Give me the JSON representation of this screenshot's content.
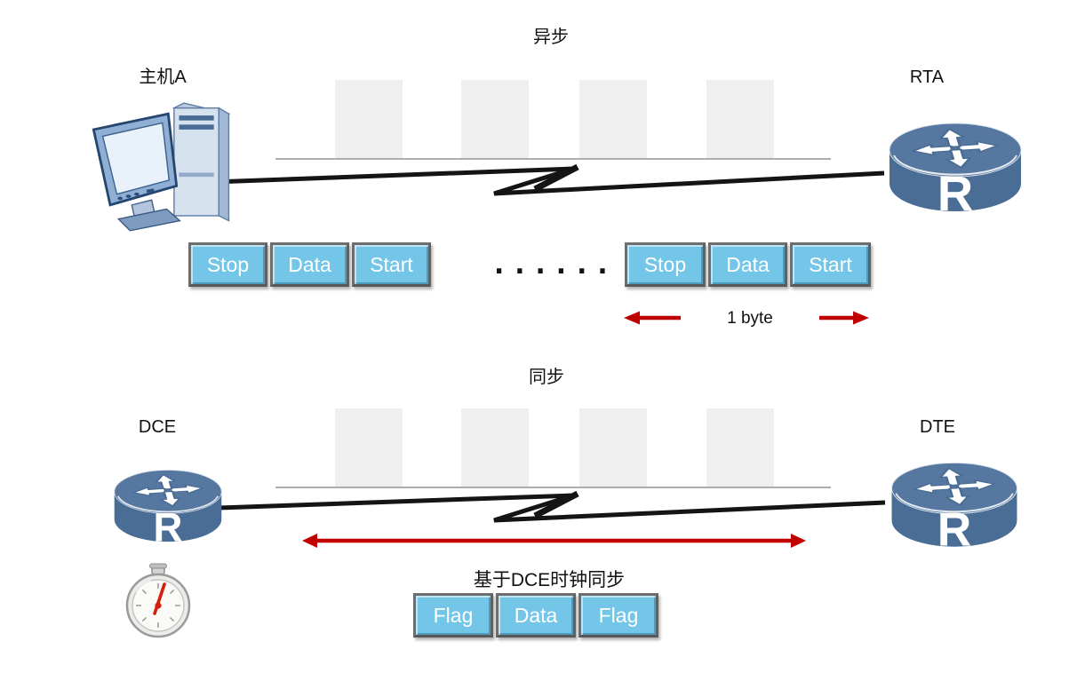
{
  "async_section": {
    "title": "异步",
    "host_label": "主机A",
    "router_label": "RTA",
    "left_frames": [
      "Stop",
      "Data",
      "Start"
    ],
    "right_frames": [
      "Stop",
      "Data",
      "Start"
    ],
    "ellipsis": "......",
    "byte_width_label": "1 byte"
  },
  "sync_section": {
    "title": "同步",
    "left_device_label": "DCE",
    "right_device_label": "DTE",
    "frames": [
      "Flag",
      "Data",
      "Flag"
    ],
    "clock_sync_label": "基于DCE时钟同步"
  },
  "router_letter": "R",
  "colors": {
    "frame_fill": "#74c6e9",
    "frame_border_gray": "#6e6e6e",
    "arrow_red": "#c00000",
    "link_black": "#141414",
    "router_body_blue": "#4a6d96",
    "pulse_gray": "#efefef"
  },
  "icons": {
    "host": "desktop-computer-icon",
    "router": "router-icon",
    "clock": "stopwatch-icon",
    "link": "lightning-link-icon",
    "byte_arrows": "red-arrow-icon"
  }
}
